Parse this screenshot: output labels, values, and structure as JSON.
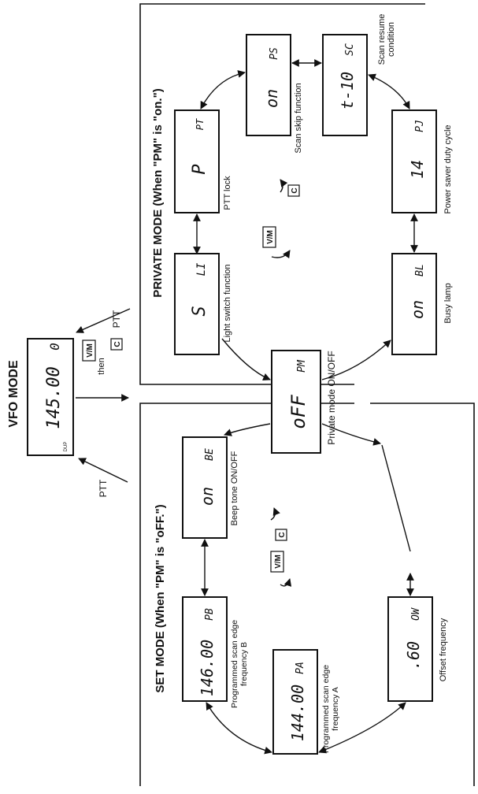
{
  "vfo": {
    "title": "VFO MODE",
    "freq": "145.00",
    "digit": "0",
    "small": "DUP",
    "key_vm": "V/M",
    "then": "then",
    "key_c": "C",
    "ptt_top": "PTT",
    "ptt_bottom": "PTT"
  },
  "private_mode": {
    "title": "PRIVATE MODE  (When \"PM\" is \"on.\")",
    "key_vm": "V/M",
    "key_c": "C"
  },
  "set_mode": {
    "title": "SET MODE  (When \"PM\" is \"oFF.\")",
    "key_vm": "V/M",
    "key_c": "C"
  },
  "center": {
    "lcd": "oFF",
    "tag": "PM",
    "label": "Private mode ON/OFF"
  },
  "displays": {
    "light": {
      "lcd": "S",
      "tag": "LI",
      "label": "Light switch function"
    },
    "ptt_lock": {
      "lcd": "P",
      "tag": "PT",
      "label": "PTT lock"
    },
    "scan_skip": {
      "lcd": "on",
      "tag": "PS",
      "label": "Scan skip function"
    },
    "scan_resume": {
      "lcd": "t-10",
      "tag": "SC",
      "label1": "Scan resume",
      "label2": "condition"
    },
    "power_saver": {
      "lcd": "14",
      "tag": "PJ",
      "label": "Power saver duty cycle"
    },
    "busy_lamp": {
      "lcd": "on",
      "tag": "BL",
      "label": "Busy lamp"
    },
    "beep": {
      "lcd": "on",
      "tag": "BE",
      "label": "Beep tone ON/OFF"
    },
    "edge_b": {
      "lcd": "146.00",
      "tag": "PB",
      "label1": "Programmed scan edge",
      "label2": "frequency B"
    },
    "edge_a": {
      "lcd": "144.00",
      "tag": "PA",
      "label1": "Programmed scan edge",
      "label2": "frequency A"
    },
    "offset": {
      "lcd": ".60",
      "tag": "OW",
      "label": "Offset frequency"
    }
  }
}
